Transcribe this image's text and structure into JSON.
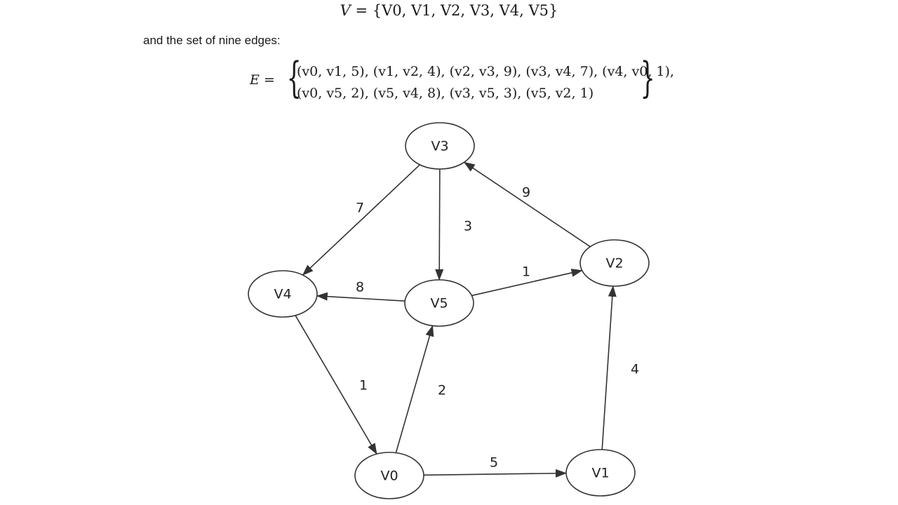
{
  "vertex_set": {
    "lhs": "V =",
    "rhs": "{V0, V1, V2, V3, V4, V5}"
  },
  "edges_intro": "and the set of nine edges:",
  "edge_set": {
    "lhs": "E =",
    "open_brace": "{",
    "close_brace": "}",
    "row1": "(v0, v1, 5), (v1, v2, 4), (v2, v3, 9), (v3, v4, 7), (v4, v0, 1),",
    "row2": "(v0, v5, 2), (v5, v4, 8), (v3, v5, 3), (v5, v2, 1)"
  },
  "graph": {
    "nodes": [
      {
        "id": "V0",
        "label": "V0"
      },
      {
        "id": "V1",
        "label": "V1"
      },
      {
        "id": "V2",
        "label": "V2"
      },
      {
        "id": "V3",
        "label": "V3"
      },
      {
        "id": "V4",
        "label": "V4"
      },
      {
        "id": "V5",
        "label": "V5"
      }
    ],
    "edges": [
      {
        "from": "V0",
        "to": "V1",
        "weight": "5"
      },
      {
        "from": "V1",
        "to": "V2",
        "weight": "4"
      },
      {
        "from": "V2",
        "to": "V3",
        "weight": "9"
      },
      {
        "from": "V3",
        "to": "V4",
        "weight": "7"
      },
      {
        "from": "V4",
        "to": "V0",
        "weight": "1"
      },
      {
        "from": "V0",
        "to": "V5",
        "weight": "2"
      },
      {
        "from": "V5",
        "to": "V4",
        "weight": "8"
      },
      {
        "from": "V3",
        "to": "V5",
        "weight": "3"
      },
      {
        "from": "V5",
        "to": "V2",
        "weight": "1"
      }
    ],
    "line_color": "#333333",
    "node_fill": "#ffffff"
  }
}
